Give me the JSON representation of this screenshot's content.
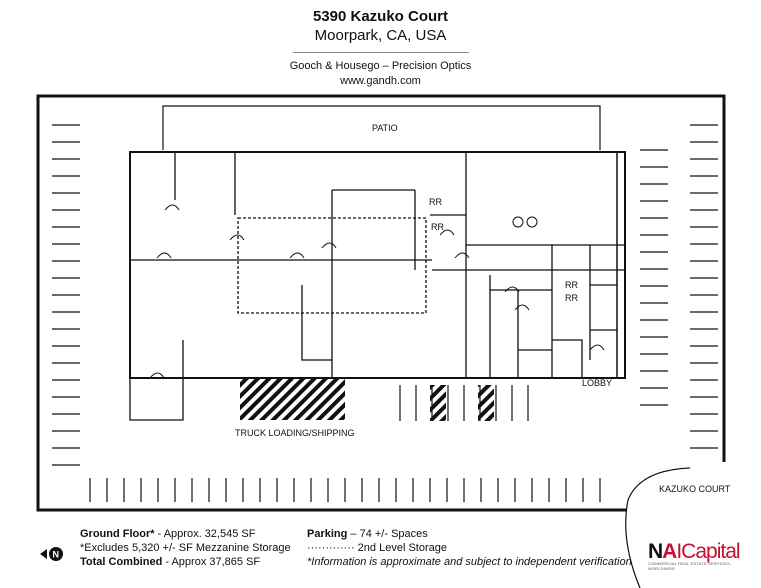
{
  "header": {
    "address": "5390 Kazuko Court",
    "city": "Moorpark, CA, USA",
    "tenant": "Gooch & Housego – Precision Optics",
    "website": "www.gandh.com"
  },
  "plan": {
    "patio_label": "PATIO",
    "truck_label": "TRUCK LOADING/SHIPPING",
    "lobby_label": "LOBBY",
    "street_label": "KAZUKO COURT",
    "restroom_label": "RR"
  },
  "legend": {
    "ground_floor_label": "Ground Floor*",
    "ground_floor_value": " - Approx. 32,545 SF",
    "excludes": "*Excludes 5,320 +/- SF Mezzanine Storage",
    "total_label": "Total Combined",
    "total_value": " - Approx 37,865 SF",
    "parking_label": "Parking",
    "parking_value": " – 74 +/- Spaces",
    "storage_marker": "·············",
    "storage_label": " 2nd Level Storage",
    "disclaimer": "*Information is approximate and subject to independent verification"
  },
  "compass": {
    "icon": "north-arrow-icon",
    "letter": "N",
    "direction": "west"
  },
  "logo": {
    "brand_n": "N",
    "brand_a": "A",
    "brand_rest": "ICapital",
    "tagline": "COMMERCIAL REAL ESTATE SERVICES, WORLDWIDE",
    "colors": {
      "red": "#c8102e",
      "black": "#111111"
    }
  }
}
